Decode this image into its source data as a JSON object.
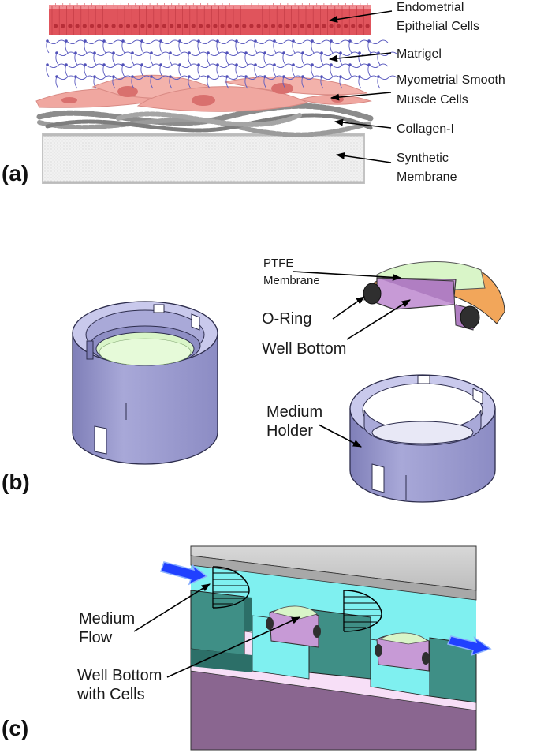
{
  "panels": {
    "a": {
      "letter": "(a)",
      "labels": {
        "epithelial_1": "Endometrial",
        "epithelial_2": "Epithelial Cells",
        "matrigel": "Matrigel",
        "smooth_1": "Myometrial Smooth",
        "smooth_2": "Muscle Cells",
        "collagen": "Collagen-I",
        "membrane_1": "Synthetic",
        "membrane_2": "Membrane"
      }
    },
    "b": {
      "letter": "(b)",
      "labels": {
        "ptfe_1": "PTFE",
        "ptfe_2": "Membrane",
        "oring": "O-Ring",
        "well_bottom": "Well Bottom",
        "holder_1": "Medium",
        "holder_2": "Holder"
      }
    },
    "c": {
      "letter": "(c)",
      "labels": {
        "flow_1": "Medium",
        "flow_2": "Flow",
        "wb_1": "Well Bottom",
        "wb_2": "with Cells"
      }
    }
  },
  "colors": {
    "epithelial": "#e0545c",
    "epithelial_nucleus": "#b82e38",
    "matrigel_line": "#4a4ab0",
    "smooth_muscle": "#f0a7a0",
    "smooth_nucleus": "#d9706e",
    "collagen": "#8c8c8c",
    "membrane": "#ededed",
    "holder": "#9f9fd1",
    "ptfe": "#d9f5c8",
    "oring": "#2f2f2f",
    "well_bottom": "#c79ad6",
    "chip_top": "#cfcfcf",
    "flow_channel": "#7ff0f0",
    "chip_body": "#3f8f86",
    "chip_base": "#8a6690",
    "chip_pink": "#f7dff7",
    "flow_arrow": "#2040ff"
  }
}
